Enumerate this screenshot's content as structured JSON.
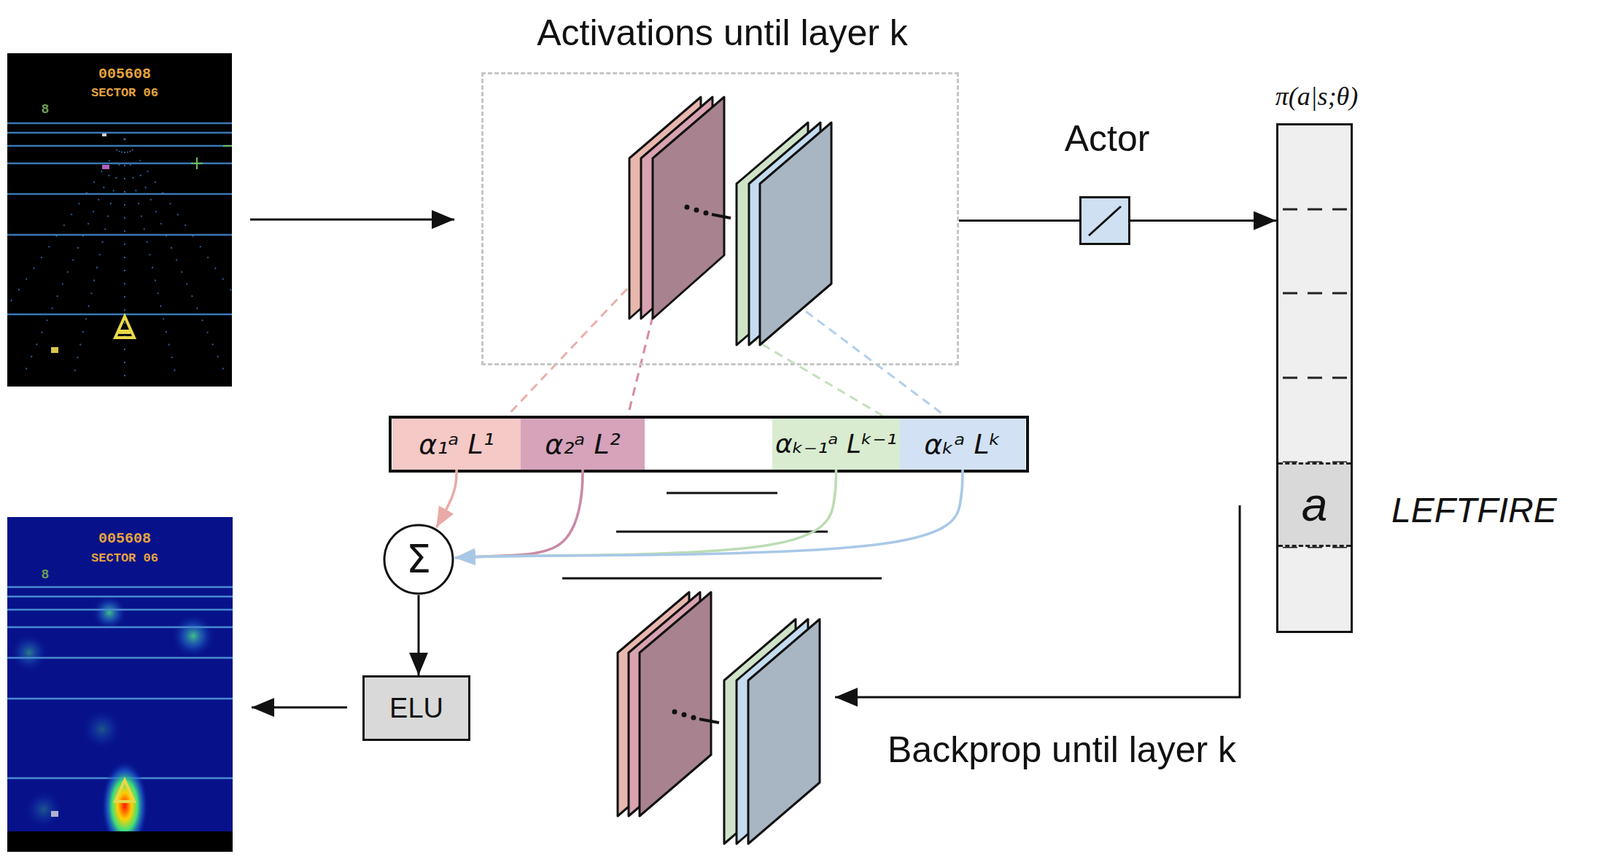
{
  "diagram": {
    "nodes": [
      {
        "text": [
          "Activations until layer k"
        ]
      },
      {
        "text": [
          "Actor"
        ]
      },
      {
        "text": [
          "π(a|s;θ)"
        ]
      },
      {
        "text": [
          "a"
        ],
        "in": 2
      },
      {
        "text": [
          "α₁ᵃ L¹"
        ]
      },
      {
        "text": [
          "α₂ᵃ L²"
        ]
      },
      {
        "text": [
          "αₖ₋₁ᵃ Lᵏ⁻¹"
        ]
      },
      {
        "text": [
          "αₖᵃ Lᵏ"
        ]
      },
      {
        "text": [
          "Σ"
        ]
      },
      {
        "text": [
          "ELU"
        ]
      }
    ],
    "edges": [
      {
        "from": 0,
        "to": 1,
        "arrow": "none"
      },
      {
        "from": 1,
        "to": 2,
        "arrow": "to"
      },
      {
        "from": 4,
        "to": 8,
        "arrow": "to"
      },
      {
        "from": 5,
        "to": 8,
        "arrow": "to"
      },
      {
        "from": 6,
        "to": 8,
        "arrow": "to"
      },
      {
        "from": 7,
        "to": 8,
        "arrow": "to"
      },
      {
        "from": 8,
        "to": 9,
        "arrow": "to"
      }
    ],
    "labels": [
      "005608",
      "SECTOR 06",
      "8",
      "LEFTFIRE",
      "005608",
      "SECTOR 06",
      "8",
      "Backprop until layer k"
    ]
  }
}
